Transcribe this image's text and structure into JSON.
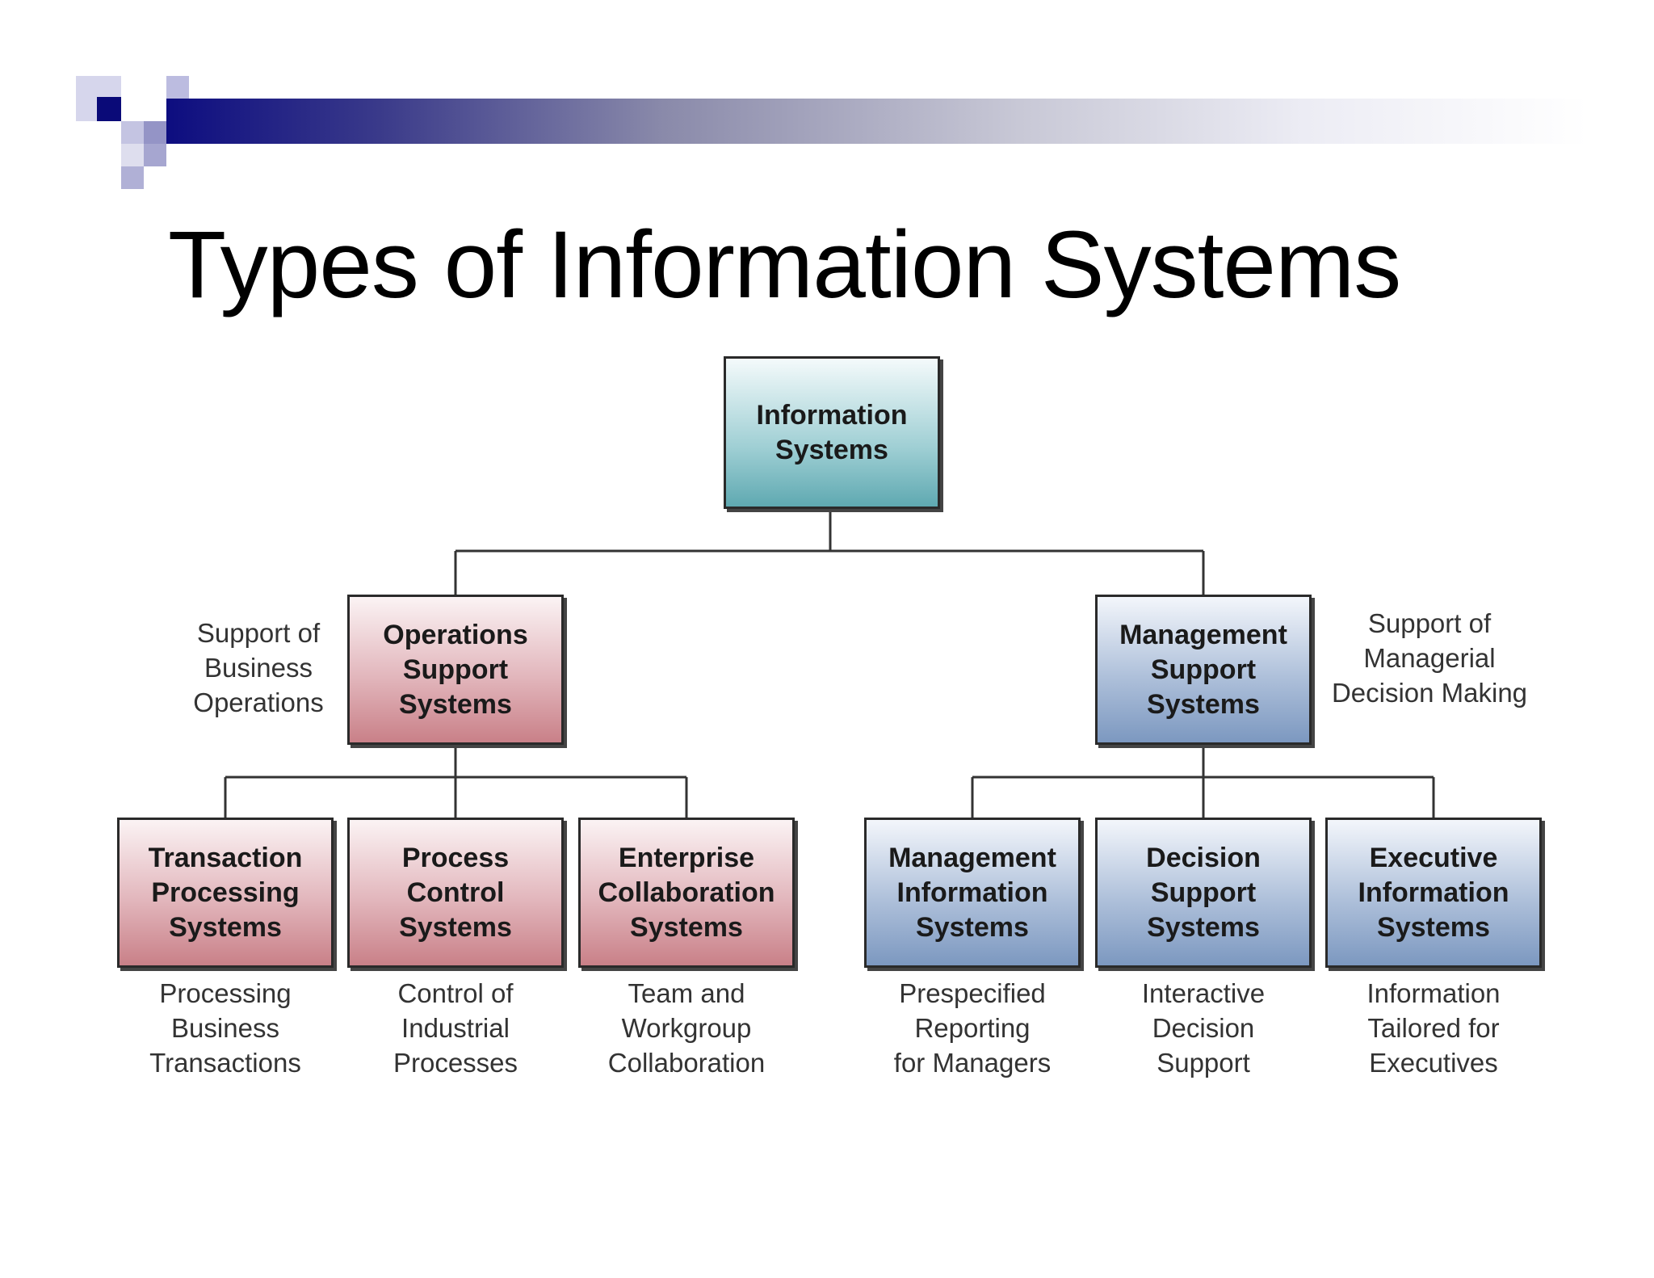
{
  "slide": {
    "title": "Types of Information Systems"
  },
  "diagram": {
    "root": {
      "label": "Information\nSystems"
    },
    "operations": {
      "label": "Operations\nSupport\nSystems",
      "side_caption": "Support of\nBusiness\nOperations",
      "children": [
        {
          "label": "Transaction\nProcessing\nSystems",
          "caption": "Processing\nBusiness\nTransactions"
        },
        {
          "label": "Process\nControl\nSystems",
          "caption": "Control of\nIndustrial\nProcesses"
        },
        {
          "label": "Enterprise\nCollaboration\nSystems",
          "caption": "Team and\nWorkgroup\nCollaboration"
        }
      ]
    },
    "management": {
      "label": "Management\nSupport\nSystems",
      "side_caption": "Support of\nManagerial\nDecision Making",
      "children": [
        {
          "label": "Management\nInformation\nSystems",
          "caption": "Prespecified\nReporting\nfor Managers"
        },
        {
          "label": "Decision\nSupport\nSystems",
          "caption": "Interactive\nDecision\nSupport"
        },
        {
          "label": "Executive\nInformation\nSystems",
          "caption": "Information\nTailored for\nExecutives"
        }
      ]
    }
  },
  "colors": {
    "root_box": "#5fa9b1",
    "operations_box": "#c98088",
    "management_box": "#7c98c0",
    "header_bar": "#0d0d80"
  }
}
